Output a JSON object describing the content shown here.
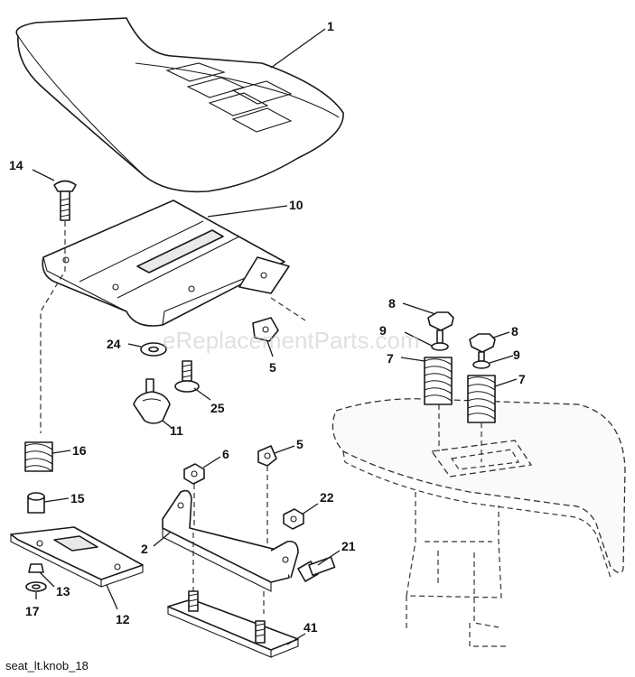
{
  "watermark": "eReplacementParts.com",
  "footer_code": "seat_lt.knob_18",
  "callouts": {
    "c1": "1",
    "c14": "14",
    "c10": "10",
    "c24": "24",
    "c5a": "5",
    "c25": "25",
    "c11": "11",
    "c16": "16",
    "c15": "15",
    "c6": "6",
    "c5b": "5",
    "c22": "22",
    "c2": "2",
    "c21": "21",
    "c13": "13",
    "c17": "17",
    "c12": "12",
    "c41": "41",
    "c8a": "8",
    "c9a": "9",
    "c7a": "7",
    "c8b": "8",
    "c9b": "9",
    "c7b": "7"
  }
}
